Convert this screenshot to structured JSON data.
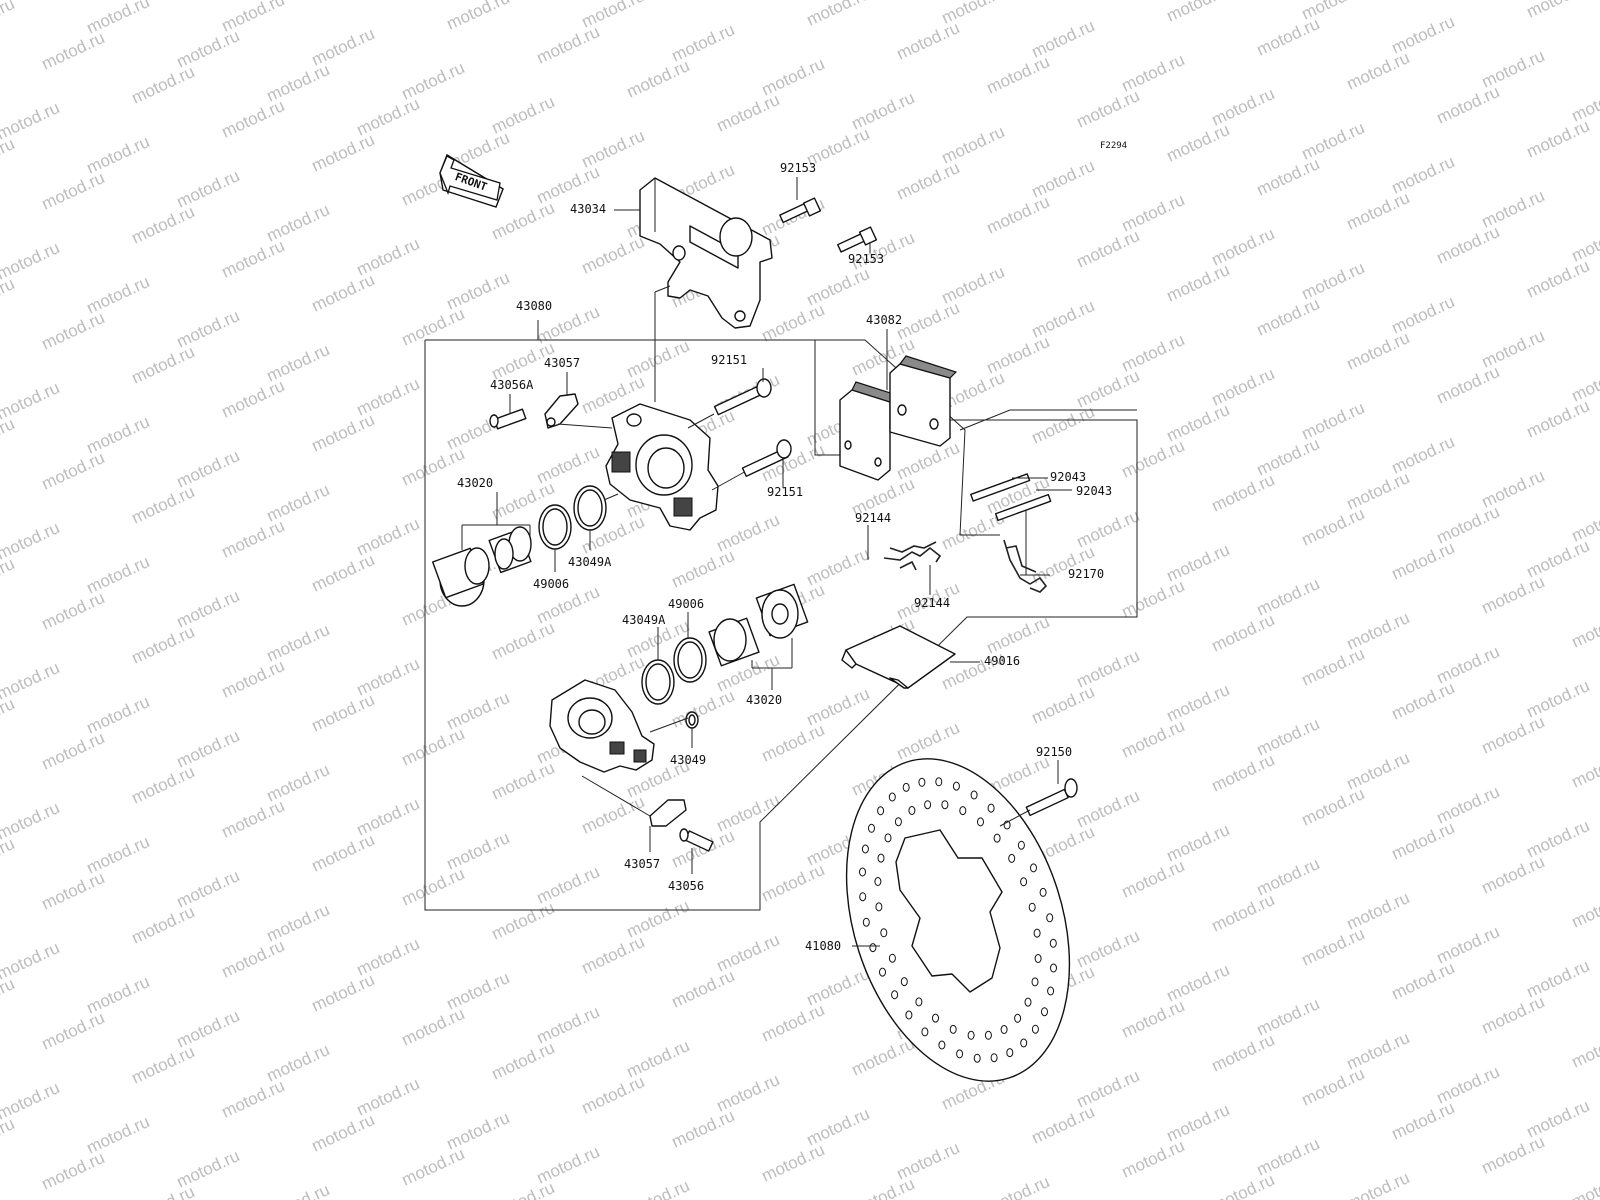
{
  "figure_id": "F2294",
  "watermark": "motod.ru",
  "front_label": "FRONT",
  "parts": {
    "bracket": "43034",
    "bracket_bolt_top": "92153",
    "bracket_bolt_right": "92153",
    "caliper_assembly": "43080",
    "pad_set": "43082",
    "bleed_cap_upper": "43057",
    "bleed_valve_upper": "43056A",
    "slide_bolt_upper": "92151",
    "slide_bolt_lower": "92151",
    "piston_left": "43020",
    "seal_left": "43049A",
    "dust_seal_left": "49006",
    "pin_upper": "92043",
    "pin_lower": "92043",
    "spring_upper": "92144",
    "spring_lower": "92144",
    "clip": "92170",
    "dust_seal_right": "49006",
    "seal_right": "43049A",
    "piston_right": "43020",
    "pad_spring": "49016",
    "oring": "43049",
    "bleed_cap_lower": "43057",
    "bleed_valve_lower": "43056",
    "disc_bolt": "92150",
    "disc": "41080"
  }
}
